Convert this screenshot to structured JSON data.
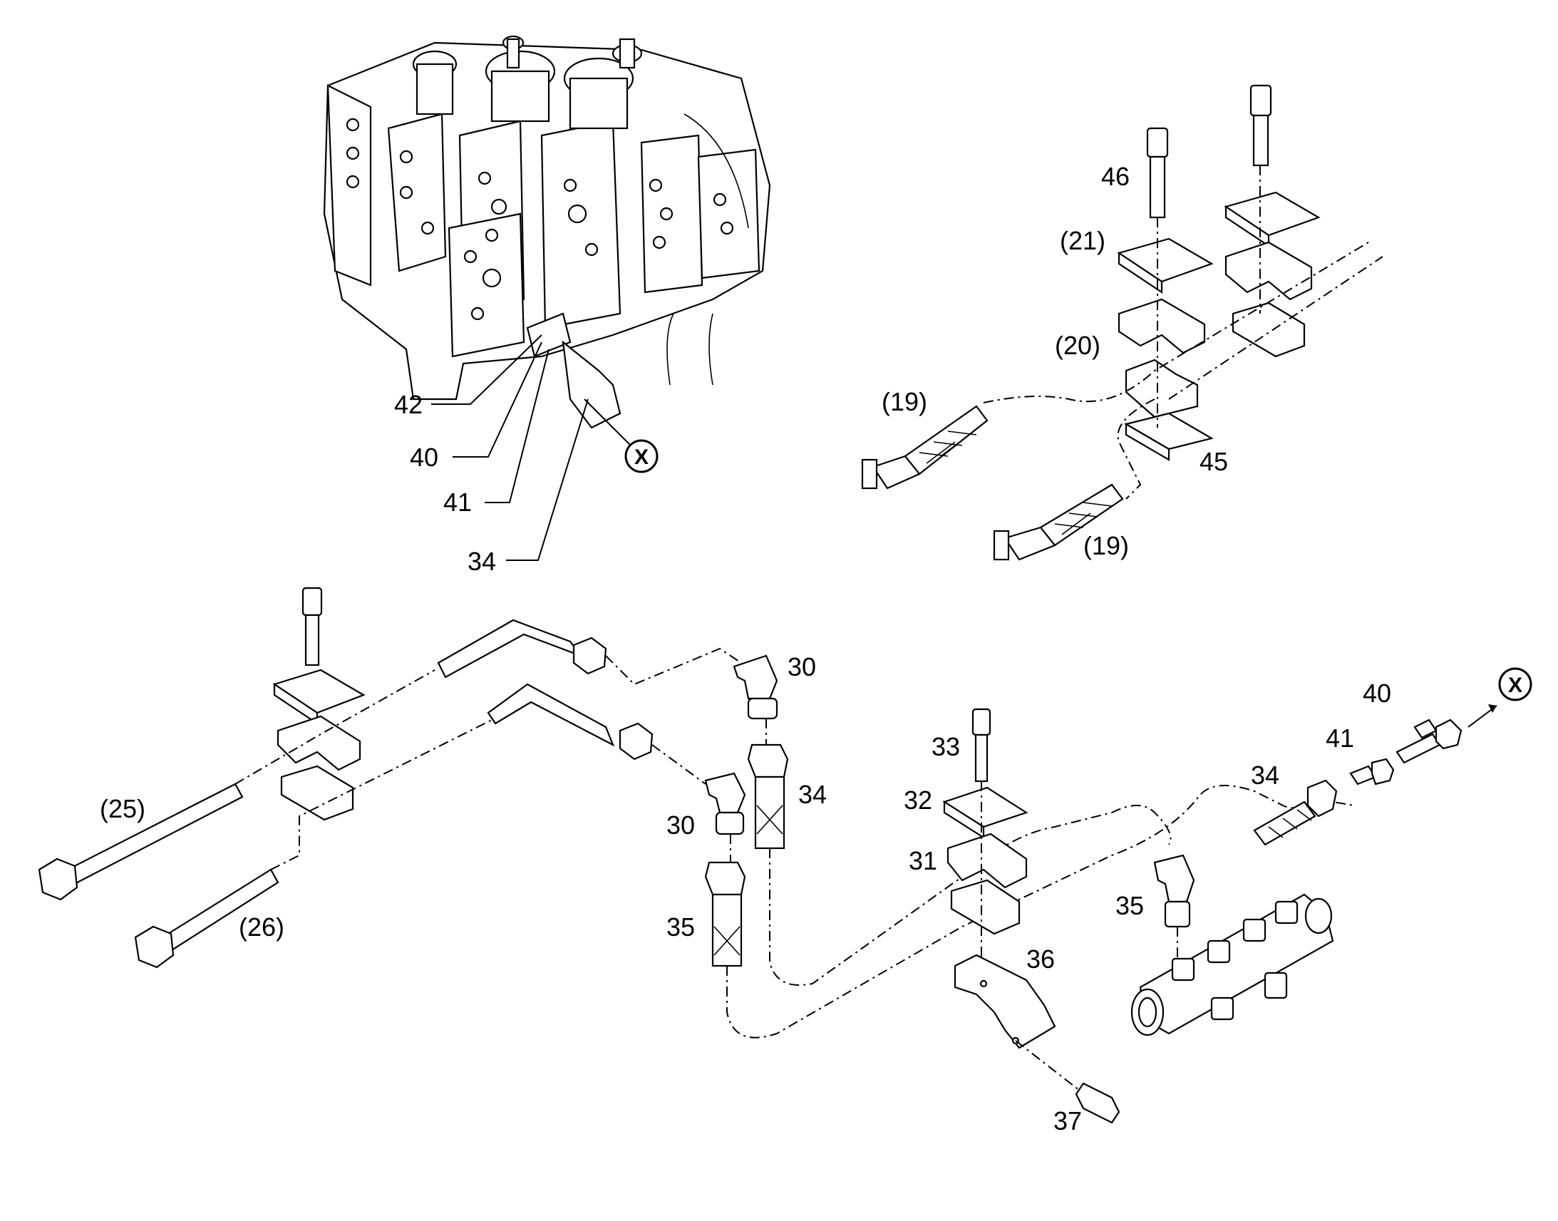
{
  "callouts": {
    "c46": "46",
    "c21": "(21)",
    "c20": "(20)",
    "c19a": "(19)",
    "c19b": "(19)",
    "c45": "45",
    "c42": "42",
    "c40a": "40",
    "c41a": "41",
    "c34a": "34",
    "c30a": "30",
    "c30b": "30",
    "c34b": "34",
    "c35a": "35",
    "c25": "(25)",
    "c26": "(26)",
    "c33": "33",
    "c32": "32",
    "c31": "31",
    "c36": "36",
    "c37": "37",
    "c35b": "35",
    "c34c": "34",
    "c41b": "41",
    "c40b": "40"
  },
  "markers": {
    "x_top": "X",
    "x_right": "X"
  }
}
